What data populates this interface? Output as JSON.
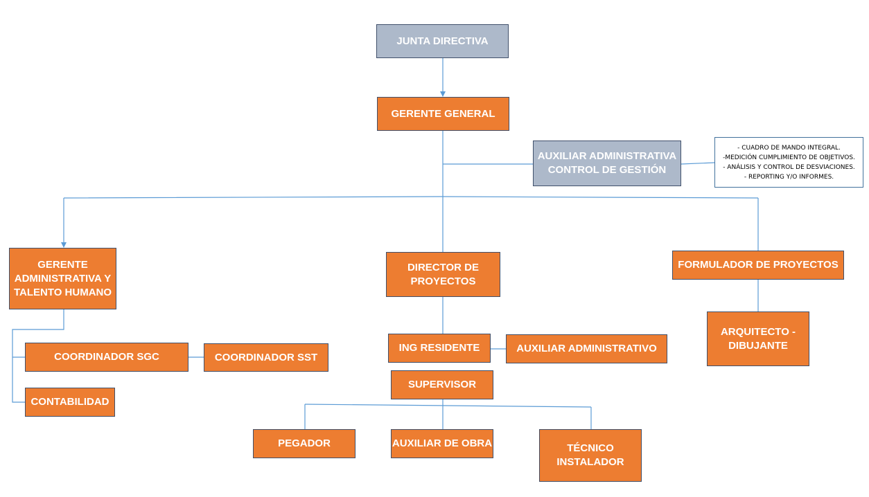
{
  "colors": {
    "primary_box": "#ed7d31",
    "governance_box": "#adb9ca",
    "connector": "#5b9bd5",
    "text": "#ffffff"
  },
  "nodes": {
    "junta": "JUNTA DIRECTIVA",
    "gerente_general": "GERENTE GENERAL",
    "auxiliar_control": "AUXILIAR ADMINISTRATIVA\nCONTROL DE GESTIÓN",
    "gerente_admin": "GERENTE\nADMINISTRATIVA Y\nTALENTO HUMANO",
    "director": "DIRECTOR DE\nPROYECTOS",
    "formulador": "FORMULADOR DE PROYECTOS",
    "coord_sgc": "COORDINADOR SGC",
    "coord_sst": "COORDINADOR SST",
    "contabilidad": "CONTABILIDAD",
    "ing_residente": "ING RESIDENTE",
    "aux_administrativo": "AUXILIAR ADMINISTRATIVO",
    "supervisor": "SUPERVISOR",
    "pegador": "PEGADOR",
    "aux_obra": "AUXILIAR DE OBRA",
    "tecnico": "TÉCNICO\nINSTALADOR",
    "arquitecto": "ARQUITECTO -\nDIBUJANTE"
  },
  "control_note": {
    "lines": [
      "- CUADRO DE MANDO INTEGRAL.",
      "-MEDICIÓN CUMPLIMIENTO DE OBJETIVOS.",
      "- ANÁLISIS Y CONTROL DE DESVIACIONES.",
      "- REPORTING Y/O INFORMES."
    ]
  }
}
